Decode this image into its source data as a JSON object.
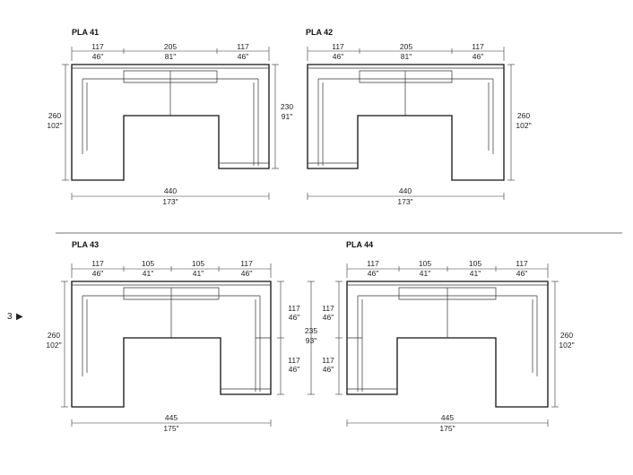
{
  "page_marker": {
    "number": "3",
    "arrow": "▶"
  },
  "diagrams": [
    {
      "title": "PLA 41",
      "top": [
        {
          "cm": "117",
          "in": "46\""
        },
        {
          "cm": "205",
          "in": "81\""
        },
        {
          "cm": "117",
          "in": "46\""
        }
      ],
      "left": {
        "cm": "260",
        "in": "102\""
      },
      "right": {
        "cm": "230",
        "in": "91\""
      },
      "bottom": {
        "cm": "440",
        "in": "173\""
      }
    },
    {
      "title": "PLA 42",
      "top": [
        {
          "cm": "117",
          "in": "46\""
        },
        {
          "cm": "205",
          "in": "81\""
        },
        {
          "cm": "117",
          "in": "46\""
        }
      ],
      "right": {
        "cm": "260",
        "in": "102\""
      },
      "bottom": {
        "cm": "440",
        "in": "173\""
      }
    },
    {
      "title": "PLA 43",
      "top": [
        {
          "cm": "117",
          "in": "46\""
        },
        {
          "cm": "105",
          "in": "41\""
        },
        {
          "cm": "105",
          "in": "41\""
        },
        {
          "cm": "117",
          "in": "46\""
        }
      ],
      "left": {
        "cm": "260",
        "in": "102\""
      },
      "right_segments": [
        {
          "cm": "117",
          "in": "46\""
        },
        {
          "cm": "117",
          "in": "46\""
        }
      ],
      "bottom": {
        "cm": "445",
        "in": "175\""
      }
    },
    {
      "title": "PLA 44",
      "top": [
        {
          "cm": "117",
          "in": "46\""
        },
        {
          "cm": "105",
          "in": "41\""
        },
        {
          "cm": "105",
          "in": "41\""
        },
        {
          "cm": "117",
          "in": "46\""
        }
      ],
      "left_total": {
        "cm": "235",
        "in": "93\""
      },
      "left_segments": [
        {
          "cm": "117",
          "in": "46\""
        },
        {
          "cm": "117",
          "in": "46\""
        }
      ],
      "right": {
        "cm": "260",
        "in": "102\""
      },
      "bottom": {
        "cm": "445",
        "in": "175\""
      }
    }
  ]
}
